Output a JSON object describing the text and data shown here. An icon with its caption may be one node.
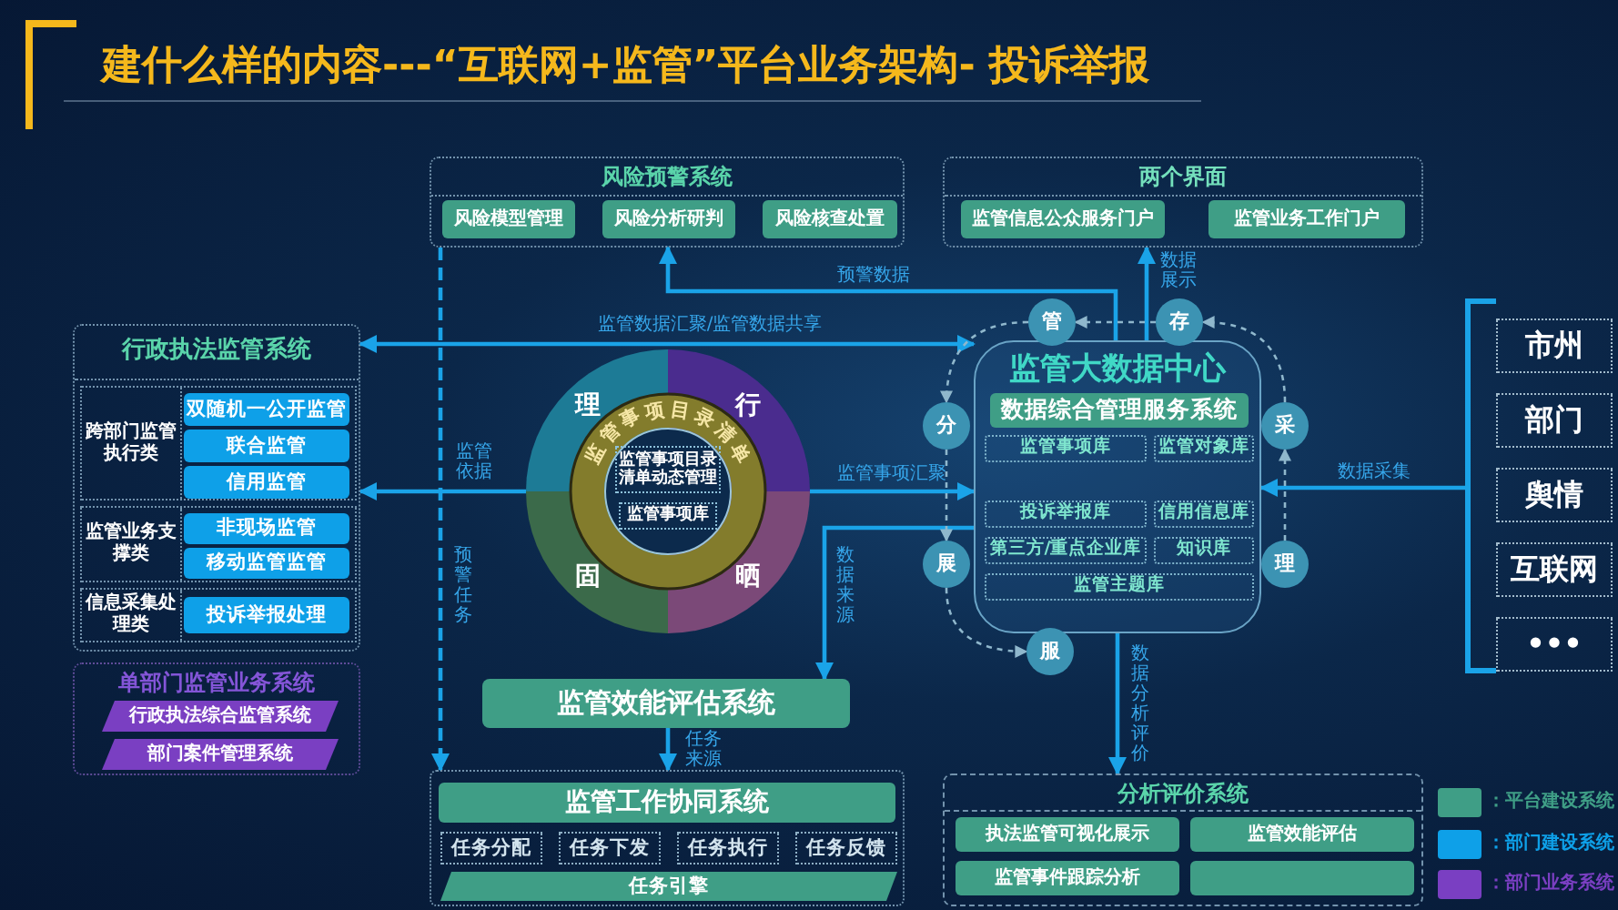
{
  "diagram": {
    "title": "建什么样的内容---“互联网+监管”平台业务架构- 投诉举报",
    "nodes": [
      {
        "text": [
          "风险预警系统"
        ]
      },
      {
        "text": [
          "风险模型管理"
        ],
        "in": 0
      },
      {
        "text": [
          "风险分析研判"
        ],
        "in": 0
      },
      {
        "text": [
          "风险核查处置"
        ],
        "in": 0
      },
      {
        "text": [
          "两个界面"
        ]
      },
      {
        "text": [
          "监管信息公众服务门户"
        ],
        "in": 4
      },
      {
        "text": [
          "监管业务工作门户"
        ],
        "in": 4
      },
      {
        "text": [
          "行政执法监管系统"
        ]
      },
      {
        "text": [
          "跨部门监管执行类"
        ],
        "in": 7
      },
      {
        "text": [
          "双随机一公开监管"
        ],
        "in": 8
      },
      {
        "text": [
          "联合监管"
        ],
        "in": 8
      },
      {
        "text": [
          "信用监管"
        ],
        "in": 8
      },
      {
        "text": [
          "监管业务支撑类"
        ],
        "in": 7
      },
      {
        "text": [
          "非现场监管"
        ],
        "in": 12
      },
      {
        "text": [
          "移动监管监管"
        ],
        "in": 12
      },
      {
        "text": [
          "信息采集处理类"
        ],
        "in": 7
      },
      {
        "text": [
          "投诉举报处理"
        ],
        "in": 15
      },
      {
        "text": [
          "单部门监管业务系统"
        ]
      },
      {
        "text": [
          "行政执法综合监管系统"
        ],
        "in": 17
      },
      {
        "text": [
          "部门案件管理系统"
        ],
        "in": 17
      },
      {
        "text": [
          "理",
          "行",
          "监管事项目录清单",
          "固",
          "晒"
        ]
      },
      {
        "text": [
          "监管事项目录清单动态管理"
        ],
        "in": 20
      },
      {
        "text": [
          "监管事项库"
        ],
        "in": 20
      },
      {
        "text": [
          "监管大数据中心"
        ]
      },
      {
        "text": [
          "数据综合管理服务系统"
        ],
        "in": 23
      },
      {
        "text": [
          "监管事项库"
        ],
        "in": 23
      },
      {
        "text": [
          "监管对象库"
        ],
        "in": 23
      },
      {
        "text": [
          "投诉举报库"
        ],
        "in": 23
      },
      {
        "text": [
          "信用信息库"
        ],
        "in": 23
      },
      {
        "text": [
          "第三方/重点企业库"
        ],
        "in": 23
      },
      {
        "text": [
          "知识库"
        ],
        "in": 23
      },
      {
        "text": [
          "监管主题库"
        ],
        "in": 23
      },
      {
        "text": [
          "管"
        ]
      },
      {
        "text": [
          "存"
        ]
      },
      {
        "text": [
          "分"
        ]
      },
      {
        "text": [
          "采"
        ]
      },
      {
        "text": [
          "展"
        ]
      },
      {
        "text": [
          "理"
        ]
      },
      {
        "text": [
          "服"
        ]
      },
      {
        "text": [
          "监管效能评估系统"
        ]
      },
      {
        "text": [
          "监管工作协同系统"
        ]
      },
      {
        "text": [
          "任务分配"
        ],
        "in": 40
      },
      {
        "text": [
          "任务下发"
        ],
        "in": 40
      },
      {
        "text": [
          "任务执行"
        ],
        "in": 40
      },
      {
        "text": [
          "任务反馈"
        ],
        "in": 40
      },
      {
        "text": [
          "任务引擎"
        ],
        "in": 40
      },
      {
        "text": [
          "分析评价系统"
        ]
      },
      {
        "text": [
          "执法监管可视化展示"
        ],
        "in": 46
      },
      {
        "text": [
          "监管效能评估"
        ],
        "in": 46
      },
      {
        "text": [
          "监管事件跟踪分析"
        ],
        "in": 46
      },
      {
        "text": [],
        "shape": "box",
        "in": 46
      },
      {
        "text": [],
        "shape": "bracket"
      },
      {
        "text": [
          "市州"
        ],
        "in": 51
      },
      {
        "text": [
          "部门"
        ],
        "in": 51
      },
      {
        "text": [
          "舆情"
        ],
        "in": 51
      },
      {
        "text": [
          "互联网"
        ],
        "in": 51
      },
      {
        "text": [
          "•••"
        ],
        "in": 51
      }
    ],
    "edges": [
      {
        "from": 23,
        "to": 0,
        "arrow": "to",
        "label": "预警数据"
      },
      {
        "from": 23,
        "to": 4,
        "arrow": "to",
        "label": "数据展示"
      },
      {
        "from": 7,
        "to": 23,
        "arrow": "both",
        "label": "监管数据汇聚/监管数据共享"
      },
      {
        "from": 20,
        "to": 7,
        "arrow": "to",
        "label": "监管依据"
      },
      {
        "from": 20,
        "to": 23,
        "arrow": "to",
        "label": "监管事项汇聚"
      },
      {
        "from": 23,
        "to": 39,
        "arrow": "to",
        "label": "数据来源"
      },
      {
        "from": 0,
        "to": 40,
        "arrow": "to",
        "label": "预警任务",
        "style": "dashed"
      },
      {
        "from": 39,
        "to": 40,
        "arrow": "to",
        "label": "任务来源"
      },
      {
        "from": 23,
        "to": 46,
        "arrow": "to",
        "label": "数据分析评价"
      },
      {
        "from": 51,
        "to": 23,
        "arrow": "to",
        "label": "数据采集"
      },
      {
        "from": 35,
        "to": 33,
        "arrow": "to",
        "style": "dashed",
        "color": "#8fb7cc"
      },
      {
        "from": 33,
        "to": 32,
        "arrow": "to",
        "style": "dashed",
        "color": "#8fb7cc"
      },
      {
        "from": 32,
        "to": 34,
        "arrow": "to",
        "style": "dashed",
        "color": "#8fb7cc"
      },
      {
        "from": 34,
        "to": 36,
        "arrow": "to",
        "style": "dashed",
        "color": "#8fb7cc"
      },
      {
        "from": 36,
        "to": 38,
        "arrow": "to",
        "style": "dashed",
        "color": "#8fb7cc"
      },
      {
        "from": 37,
        "to": 35,
        "arrow": "to",
        "style": "dashed",
        "color": "#8fb7cc"
      }
    ],
    "legend": [
      {
        "text": "：平台建设系统",
        "color": "#3f9e86"
      },
      {
        "text": "：部门建设系统",
        "color": "#0ea0e8"
      },
      {
        "text": "：部门业务系统",
        "color": "#7a3fc2"
      }
    ]
  }
}
